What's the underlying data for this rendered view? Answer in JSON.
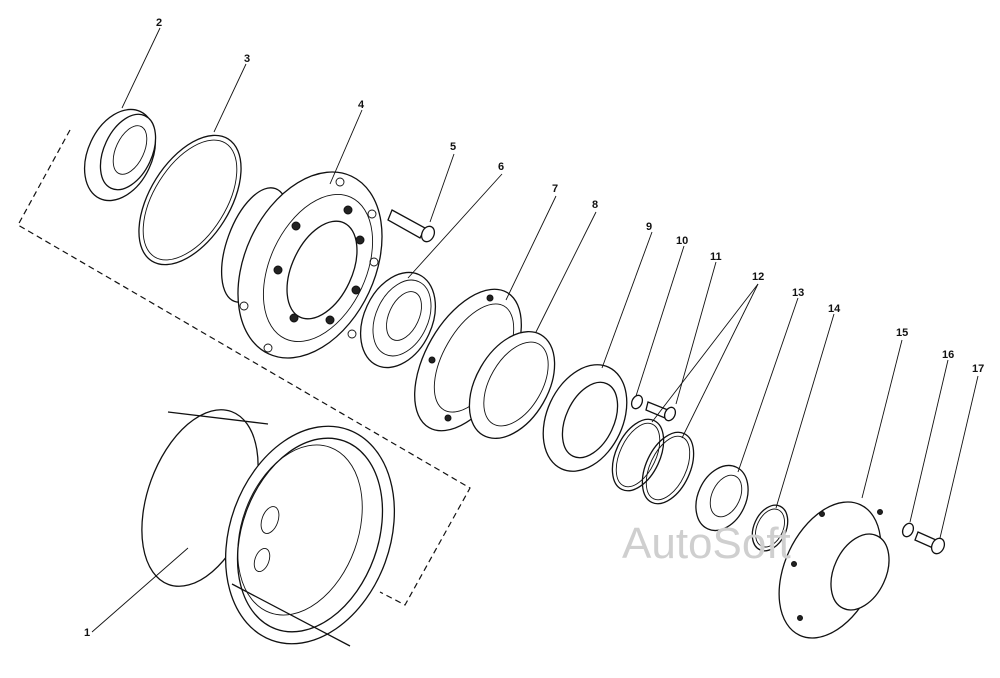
{
  "callouts": [
    "1",
    "2",
    "3",
    "4",
    "5",
    "6",
    "7",
    "8",
    "9",
    "10",
    "11",
    "12",
    "13",
    "14",
    "15",
    "16",
    "17"
  ],
  "watermark": "AutoSoft"
}
